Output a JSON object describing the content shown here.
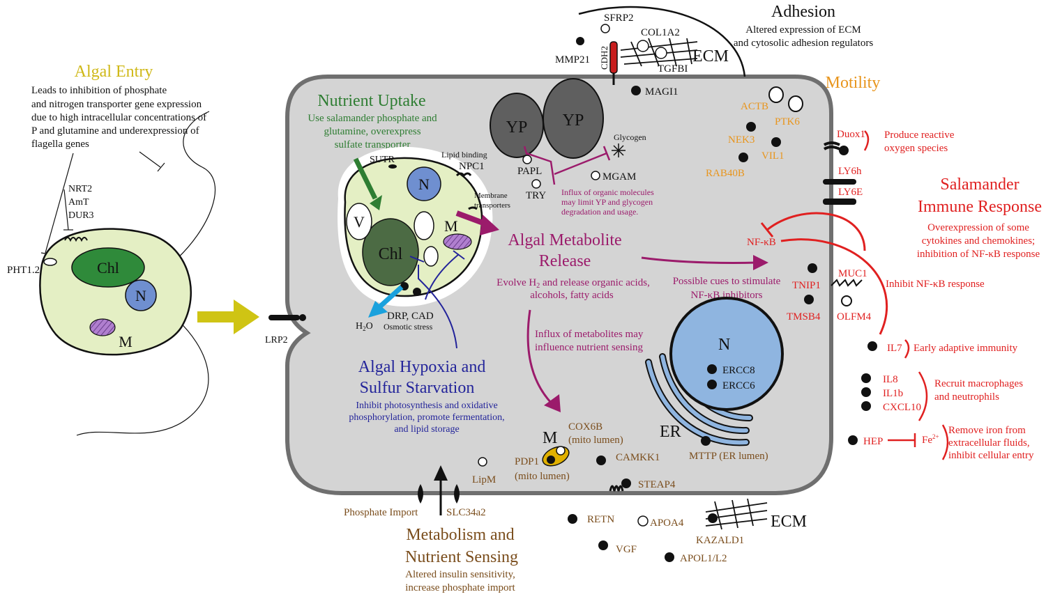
{
  "colors": {
    "gold": "#cfb817",
    "green": "#2e7d32",
    "purple": "#9b1b6b",
    "blue": "#23249a",
    "orange": "#e8951d",
    "red": "#e02020",
    "brown": "#7a4d1c",
    "black": "#111111"
  },
  "algal_entry": {
    "title": "Algal Entry",
    "desc": [
      "Leads to inhibition of phosphate",
      "and nitrogen transporter gene expression",
      "due to high intracellular concentrations of",
      "P and glutamine and underexpression of",
      "flagella genes"
    ],
    "transporters": [
      "NRT2",
      "AmT",
      "DUR3"
    ],
    "pht": "PHT1.2",
    "chl": "Chl",
    "n": "N",
    "m": "M"
  },
  "lrp2": "LRP2",
  "nutrient_uptake": {
    "title": "Nutrient Uptake",
    "desc": [
      "Use salamander phosphate and",
      "glutamine, overexpress",
      "sulfate transporter"
    ]
  },
  "alga_cell": {
    "sutr": "SUTR",
    "lipid": "Lipid binding",
    "npc1": "NPC1",
    "membrane": [
      "Membrane",
      "transporters"
    ],
    "n": "N",
    "v": "V",
    "chl": "Chl",
    "m": "M",
    "drp": "DRP, CAD",
    "h2o": "H",
    "h2o_sub": "2",
    "h2o_o": "O",
    "osmotic": "Osmotic stress"
  },
  "hypoxia": {
    "title": [
      "Algal Hypoxia and",
      "Sulfur Starvation"
    ],
    "desc": [
      "Inhibit photosynthesis and oxidative",
      "phosphorylation, promote fermentation,",
      "and lipid storage"
    ]
  },
  "yp": {
    "label1": "YP",
    "label2": "YP",
    "papl": "PAPL",
    "try": "TRY",
    "mgam": "MGAM",
    "glycogen": "Glycogen",
    "note": [
      "Influx of organic molecules",
      "may limit YP and glycogen",
      "degradation and usage."
    ]
  },
  "release": {
    "title": [
      "Algal Metabolite",
      "Release"
    ],
    "desc1": "Evolve H",
    "desc1_sub": "2",
    "desc1_end": " and release organic acids,",
    "desc2": "alcohols, fatty acids",
    "influx": [
      "Influx of metabolites may",
      "influence nutrient sensing"
    ],
    "cues": [
      "Possible cues to stimulate",
      "NF-κB inhibitors"
    ]
  },
  "adhesion": {
    "title": "Adhesion",
    "desc": [
      "Altered expression of ECM",
      "and cytosolic adhesion regulators"
    ],
    "sfrp2": "SFRP2",
    "col1a2": "COL1A2",
    "mmp21": "MMP21",
    "cdh2": "CDH2",
    "tgfbi": "TGFBI",
    "ecm": "ECM",
    "magi1": "MAGI1"
  },
  "motility": {
    "title": "Motility",
    "actb": "ACTB",
    "ptk6": "PTK6",
    "nek3": "NEK3",
    "vil1": "VIL1",
    "rab40b": "RAB40B"
  },
  "immune": {
    "duox1": "Duox1",
    "ros": [
      "Produce reactive",
      "oxygen species"
    ],
    "ly6h": "LY6h",
    "ly6e": "LY6E",
    "title": [
      "Salamander",
      "Immune Response"
    ],
    "desc": [
      "Overexpression of some",
      "cytokines and chemokines;",
      "inhibition of NF-κB response"
    ],
    "nfkb": "NF-κB",
    "muc1": "MUC1",
    "tnip1": "TNIP1",
    "tmsb4": "TMSB4",
    "olfm4": "OLFM4",
    "inhibit": "Inhibit NF-κB response",
    "il7": "IL7",
    "early": "Early adaptive immunity",
    "il8": "IL8",
    "il1b": "IL1b",
    "cxcl10": "CXCL10",
    "recruit": [
      "Recruit macrophages",
      "and neutrophils"
    ],
    "hep": "HEP",
    "fe": "Fe",
    "fe_sup": "2+",
    "iron": [
      "Remove iron  from",
      "extracellular fluids,",
      "inhibit cellular entry"
    ]
  },
  "nucleus": {
    "n": "N",
    "ercc8": "ERCC8",
    "ercc6": "ERCC6",
    "er": "ER",
    "mttp": "MTTP (ER lumen)"
  },
  "metabolism": {
    "m": "M",
    "cox6b": "COX6B",
    "mito1": "(mito lumen)",
    "pdp1": "PDP1",
    "mito2": "(mito lumen)",
    "camkk1": "CAMKK1",
    "lipm": "LipM",
    "steap4": "STEAP4",
    "phosphate": "Phosphate Import",
    "slc34a2": "SLC34a2",
    "title": [
      "Metabolism and",
      "Nutrient Sensing"
    ],
    "desc": [
      "Altered insulin sensitivity,",
      "increase phosphate import"
    ],
    "retn": "RETN",
    "apoa4": "APOA4",
    "vgf": "VGF",
    "apol": "APOL1/L2",
    "kazald1": "KAZALD1",
    "ecm": "ECM"
  }
}
